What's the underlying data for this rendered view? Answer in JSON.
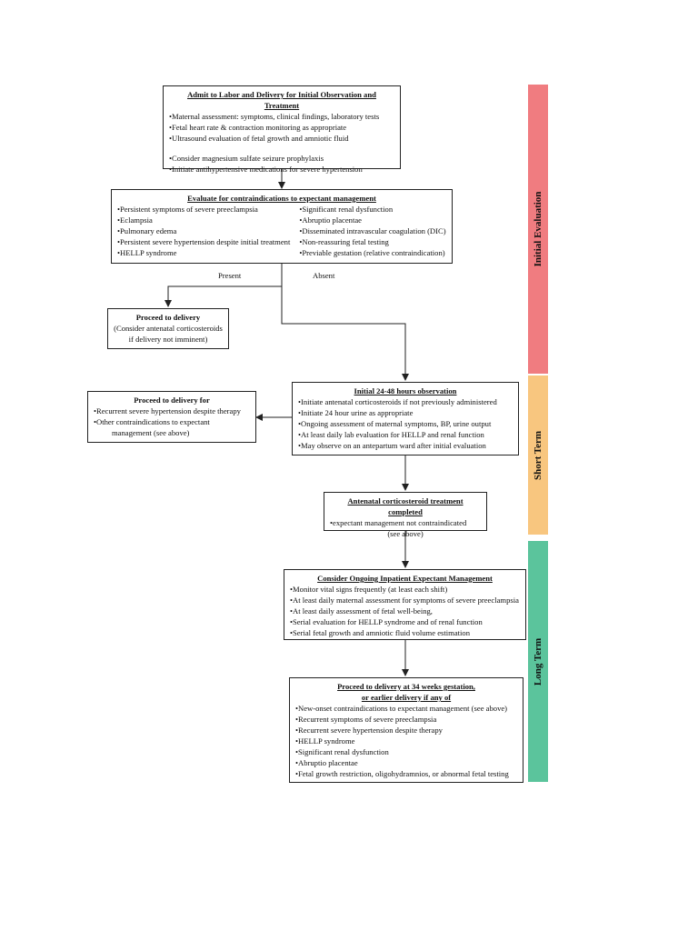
{
  "colors": {
    "initial": "#f07c80",
    "short": "#f8c67f",
    "long": "#5bc49c",
    "line": "#222222"
  },
  "bands": {
    "initial": "Initial Evaluation",
    "short": "Short Term",
    "long": "Long Term"
  },
  "admit": {
    "title": "Admit to Labor and Delivery for Initial Observation and Treatment",
    "items_a": [
      "Maternal assessment: symptoms, clinical findings, laboratory tests",
      "Fetal heart rate & contraction monitoring as appropriate",
      "Ultrasound evaluation of fetal growth and amniotic fluid"
    ],
    "items_b": [
      "Consider magnesium sulfate seizure prophylaxis",
      "Initiate antihypertensive medications for severe hypertension"
    ]
  },
  "evaluate": {
    "title": "Evaluate for contraindications to expectant management",
    "left": [
      "Persistent symptoms of severe preeclampsia",
      "Eclampsia",
      "Pulmonary edema",
      "Persistent severe hypertension despite initial treatment",
      "HELLP syndrome"
    ],
    "right": [
      "Significant renal dysfunction",
      "Abruptio placentae",
      "Disseminated intravascular coagulation (DIC)",
      "Non-reassuring fetal testing",
      "Previable gestation (relative contraindication)"
    ]
  },
  "branches": {
    "present": "Present",
    "absent": "Absent"
  },
  "deliver1": {
    "title": "Proceed to delivery",
    "line1": "(Consider antenatal corticosteroids",
    "line2": "if delivery not imminent)"
  },
  "observe": {
    "title": "Initial 24-48 hours observation",
    "items": [
      "Initiate antenatal corticosteroids if not previously administered",
      "Initiate 24 hour urine as appropriate",
      "Ongoing assessment of maternal symptoms, BP, urine output",
      "At least daily lab evaluation for HELLP and renal function",
      "May observe on an antepartum ward after initial evaluation"
    ]
  },
  "deliver2": {
    "title": "Proceed to delivery for",
    "items": [
      "Recurrent severe hypertension despite therapy",
      "Other contraindications to expectant"
    ],
    "cont": "management (see above)"
  },
  "steroid": {
    "title": "Antenatal corticosteroid treatment completed",
    "item": "expectant management not contraindicated",
    "cont": "(see above)"
  },
  "ongoing": {
    "title": "Consider Ongoing Inpatient Expectant Management",
    "items": [
      "Monitor vital signs frequently (at least each shift)",
      "At least daily maternal assessment for symptoms of severe preeclampsia",
      "At least daily assessment of fetal well-being,",
      "Serial evaluation for HELLP syndrome and of renal function",
      "Serial fetal growth and amniotic fluid volume estimation"
    ]
  },
  "final": {
    "title1": "Proceed to delivery at 34 weeks gestation,",
    "title2": "or earlier delivery if any of",
    "items": [
      "New-onset contraindications to expectant management (see above)",
      "Recurrent symptoms of severe preeclampsia",
      "Recurrent severe hypertension despite therapy",
      "HELLP syndrome",
      "Significant renal dysfunction",
      "Abruptio placentae",
      "Fetal growth restriction, oligohydramnios, or abnormal fetal testing"
    ]
  }
}
